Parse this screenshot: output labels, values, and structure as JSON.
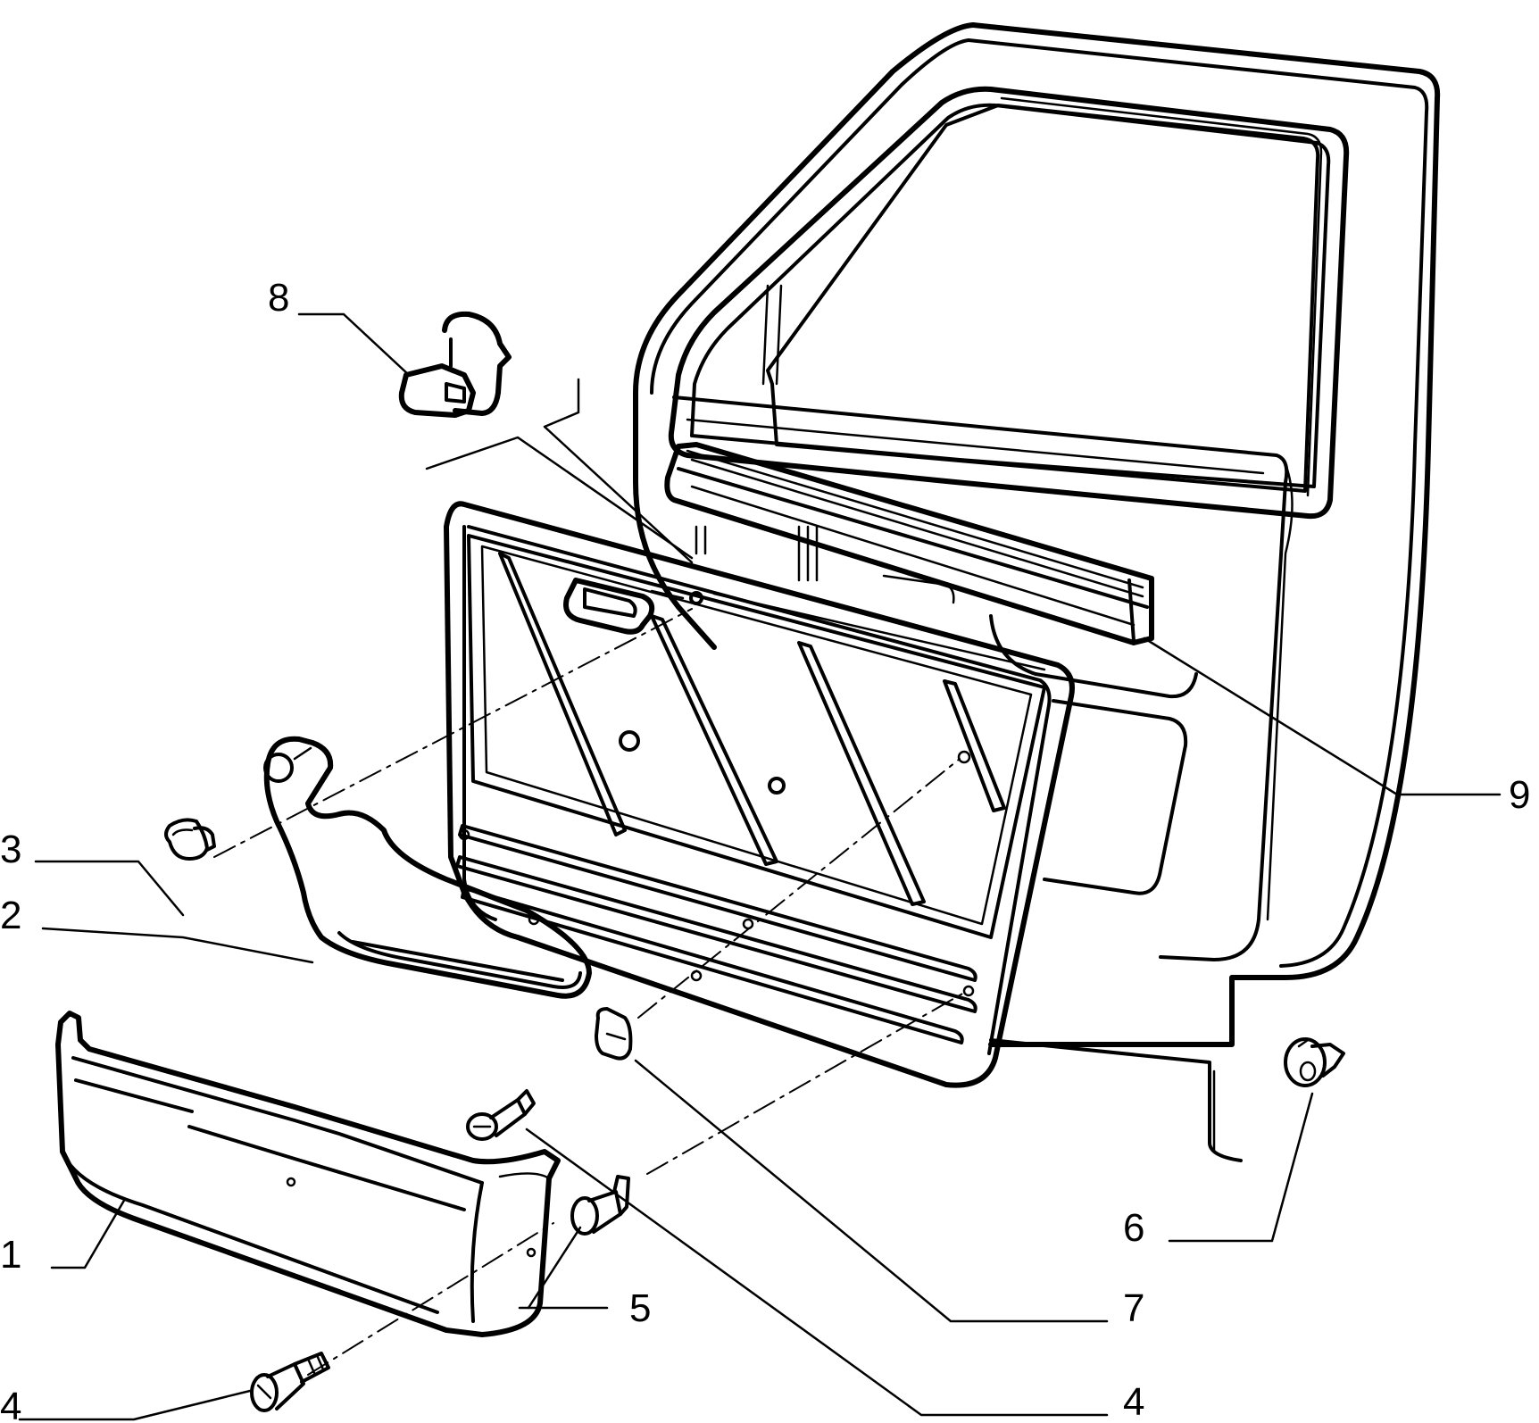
{
  "diagram": {
    "callouts": [
      {
        "id": "c1",
        "label": "1"
      },
      {
        "id": "c2",
        "label": "2"
      },
      {
        "id": "c3",
        "label": "3"
      },
      {
        "id": "c4a",
        "label": "4"
      },
      {
        "id": "c4b",
        "label": "4"
      },
      {
        "id": "c5",
        "label": "5"
      },
      {
        "id": "c6",
        "label": "6"
      },
      {
        "id": "c7",
        "label": "7"
      },
      {
        "id": "c8",
        "label": "8"
      },
      {
        "id": "c9",
        "label": "9"
      }
    ]
  },
  "colors": {
    "ink": "#000000",
    "paper": "#ffffff"
  }
}
